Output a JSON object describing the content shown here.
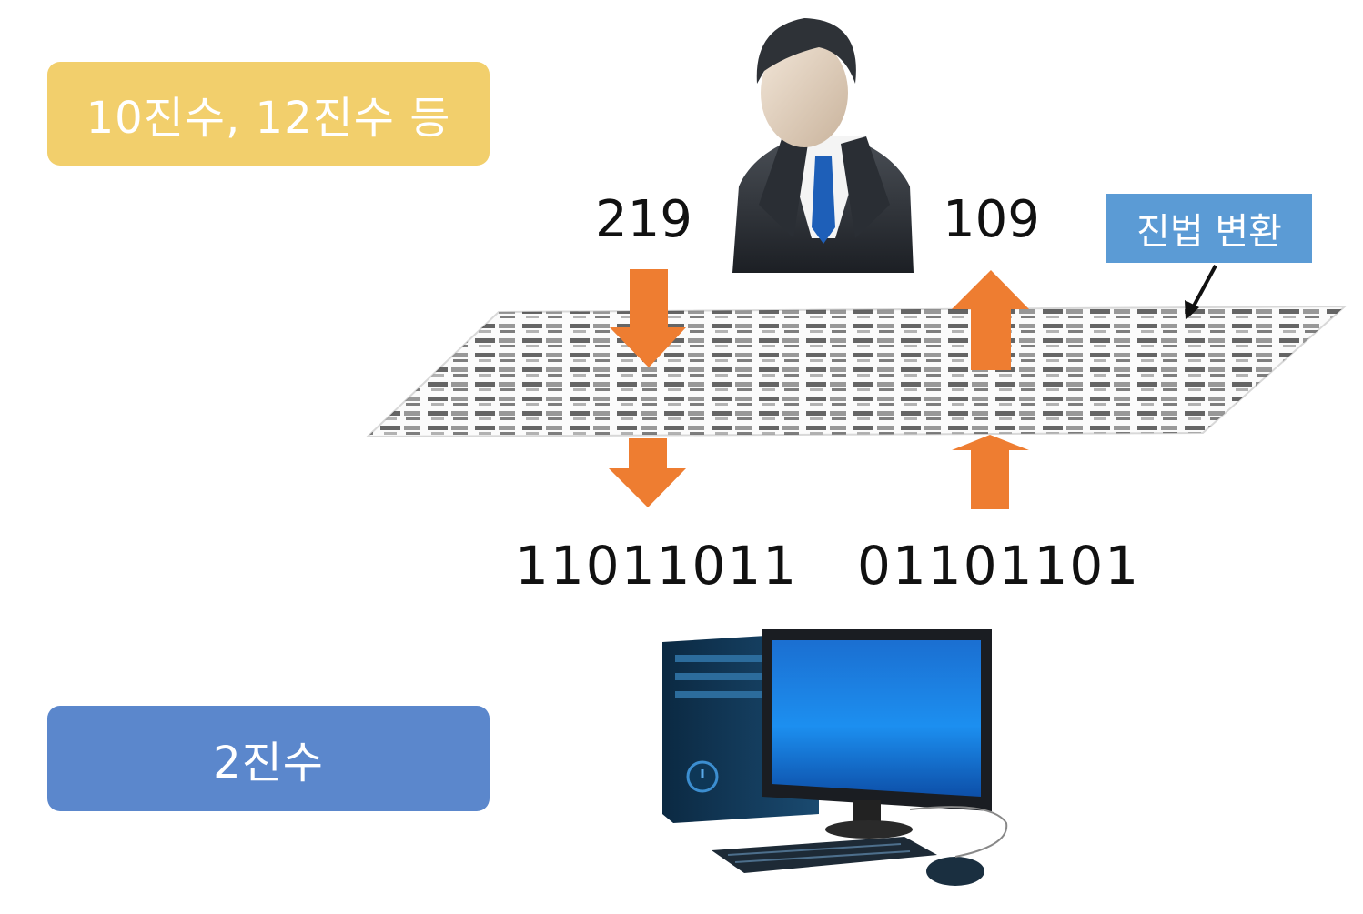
{
  "labels": {
    "top_box": "10진수, 12진수 등",
    "bottom_box": "2진수",
    "conversion_tag": "진법 변환"
  },
  "numbers": {
    "decimal_in": "219",
    "decimal_out": "109",
    "binary_in": "11011011",
    "binary_out": "01101101"
  },
  "colors": {
    "top_box": "#f2cf6c",
    "bottom_box": "#5b87cc",
    "tag": "#5b9bd5",
    "arrow": "#ee7d31"
  },
  "icons": {
    "person": "businessman-icon",
    "computer": "desktop-computer-icon",
    "sheet": "conversion-table-sheet"
  }
}
